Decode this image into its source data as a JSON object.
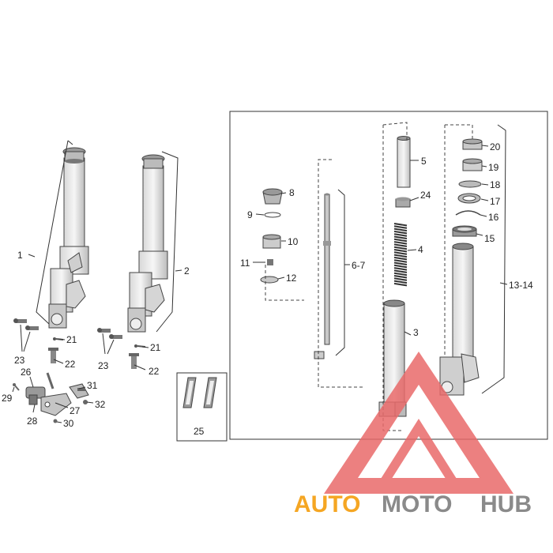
{
  "labels": {
    "l1": "1",
    "l2": "2",
    "l3": "3",
    "l4": "4",
    "l5": "5",
    "l67": "6-7",
    "l8": "8",
    "l9": "9",
    "l10": "10",
    "l11": "11",
    "l12": "12",
    "l1314": "13-14",
    "l15": "15",
    "l16": "16",
    "l17": "17",
    "l18": "18",
    "l19": "19",
    "l20": "20",
    "l21a": "21",
    "l21b": "21",
    "l22a": "22",
    "l22b": "22",
    "l23a": "23",
    "l23b": "23",
    "l24": "24",
    "l25": "25",
    "l26": "26",
    "l27": "27",
    "l28": "28",
    "l29": "29",
    "l30": "30",
    "l31": "31",
    "l32": "32"
  },
  "watermark": {
    "part1": "AUTO",
    "part2": "MOTO",
    "part3": "HUB",
    "color_orange": "#f5a623",
    "color_gray": "#8a8a8a",
    "color_red": "#e85a5a"
  }
}
